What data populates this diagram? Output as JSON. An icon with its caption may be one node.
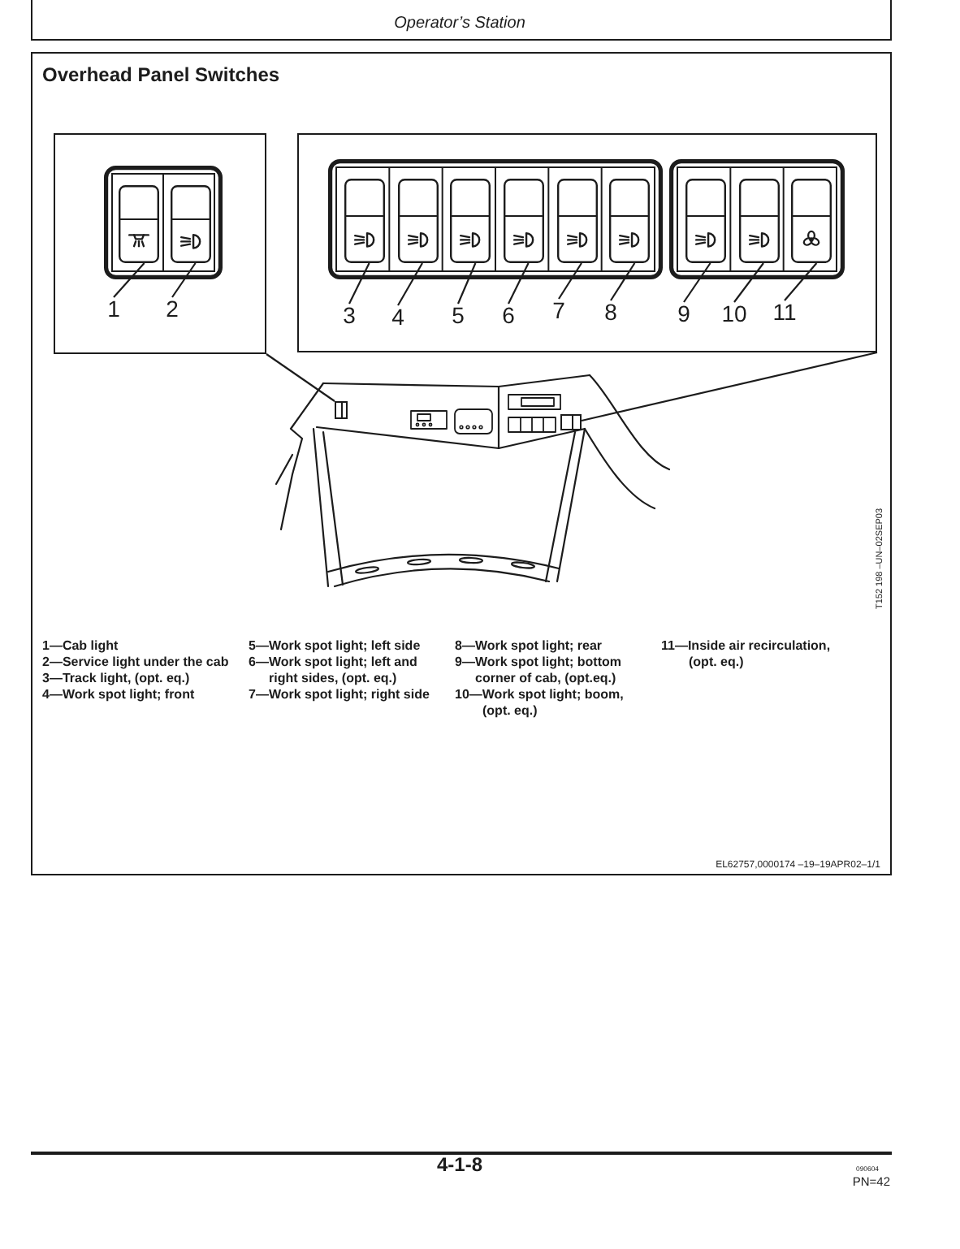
{
  "diagram": {
    "title": "Overhead Panel Switches",
    "nodes": [
      {
        "text": [],
        "shape": "box"
      },
      {
        "text": [],
        "shape": "picture",
        "in": 0
      },
      {
        "text": [],
        "shape": "picture",
        "in": 0
      },
      {
        "text": [
          "1"
        ],
        "in": 0
      },
      {
        "text": [
          "2"
        ],
        "in": 0
      },
      {
        "text": [],
        "shape": "box"
      },
      {
        "text": [],
        "shape": "picture",
        "in": 5
      },
      {
        "text": [],
        "shape": "picture",
        "in": 5
      },
      {
        "text": [],
        "shape": "picture",
        "in": 5
      },
      {
        "text": [],
        "shape": "picture",
        "in": 5
      },
      {
        "text": [],
        "shape": "picture",
        "in": 5
      },
      {
        "text": [],
        "shape": "picture",
        "in": 5
      },
      {
        "text": [],
        "shape": "picture",
        "in": 5
      },
      {
        "text": [],
        "shape": "picture",
        "in": 5
      },
      {
        "text": [],
        "shape": "picture",
        "in": 5
      },
      {
        "text": [
          "3"
        ],
        "in": 5
      },
      {
        "text": [
          "4"
        ],
        "in": 5
      },
      {
        "text": [
          "5"
        ],
        "in": 5
      },
      {
        "text": [
          "6"
        ],
        "in": 5
      },
      {
        "text": [
          "7"
        ],
        "in": 5
      },
      {
        "text": [
          "8"
        ],
        "in": 5
      },
      {
        "text": [
          "9"
        ],
        "in": 5
      },
      {
        "text": [
          "10"
        ],
        "in": 5
      },
      {
        "text": [
          "11"
        ],
        "in": 5
      },
      {
        "text": [],
        "shape": "picture"
      },
      {
        "text": [],
        "shape": "box",
        "in": 24
      },
      {
        "text": [],
        "shape": "box",
        "in": 24
      }
    ],
    "edges": [
      {
        "from": 3,
        "to": 1,
        "arrow": "none"
      },
      {
        "from": 4,
        "to": 2,
        "arrow": "none"
      },
      {
        "from": 15,
        "to": 6,
        "arrow": "none"
      },
      {
        "from": 16,
        "to": 7,
        "arrow": "none"
      },
      {
        "from": 17,
        "to": 8,
        "arrow": "none"
      },
      {
        "from": 18,
        "to": 9,
        "arrow": "none"
      },
      {
        "from": 19,
        "to": 10,
        "arrow": "none"
      },
      {
        "from": 20,
        "to": 11,
        "arrow": "none"
      },
      {
        "from": 21,
        "to": 12,
        "arrow": "none"
      },
      {
        "from": 22,
        "to": 13,
        "arrow": "none"
      },
      {
        "from": 23,
        "to": 14,
        "arrow": "none"
      },
      {
        "from": 0,
        "to": 25,
        "arrow": "none"
      },
      {
        "from": 5,
        "to": 26,
        "arrow": "none"
      }
    ],
    "labels": [
      "Operator’s Station",
      "T152 198 –UN–02SEP03",
      "1—Cab light",
      "2—Service light under the cab",
      "3—Track light, (opt. eq.)",
      "4—Work spot light; front",
      "5—Work spot light; left side",
      "6—Work spot light; left and right sides, (opt. eq.)",
      "7—Work spot light; right side",
      "8—Work spot light; rear",
      "9—Work spot light; bottom corner of cab, (opt.eq.)",
      "10—Work spot light; boom, (opt. eq.)",
      "11—Inside air recirculation, (opt. eq.)",
      "EL62757,0000174 –19–19APR02–1/1",
      "4-1-8",
      "090604",
      "PN=42"
    ]
  }
}
